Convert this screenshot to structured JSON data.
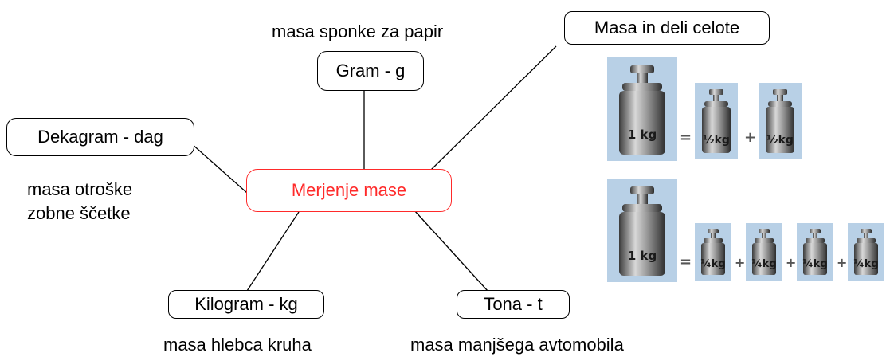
{
  "diagram": {
    "center": "Merjenje mase",
    "nodes": {
      "gram": "Gram - g",
      "dekagram": "Dekagram - dag",
      "kilogram": "Kilogram - kg",
      "tona": "Tona - t",
      "masa_deli": "Masa in deli celote"
    },
    "captions": {
      "gram": "masa sponke za papir",
      "dekagram_line1": "masa otroške",
      "dekagram_line2": "zobne ščetke",
      "kilogram": "masa hlebca kruha",
      "tona": "masa manjšega avtomobila"
    }
  },
  "weights": {
    "row1": {
      "whole": "1 kg",
      "equals": "=",
      "plus": "+",
      "part": "½kg"
    },
    "row2": {
      "whole": "1 kg",
      "equals": "=",
      "plus": "+",
      "part": "¼kg"
    }
  }
}
